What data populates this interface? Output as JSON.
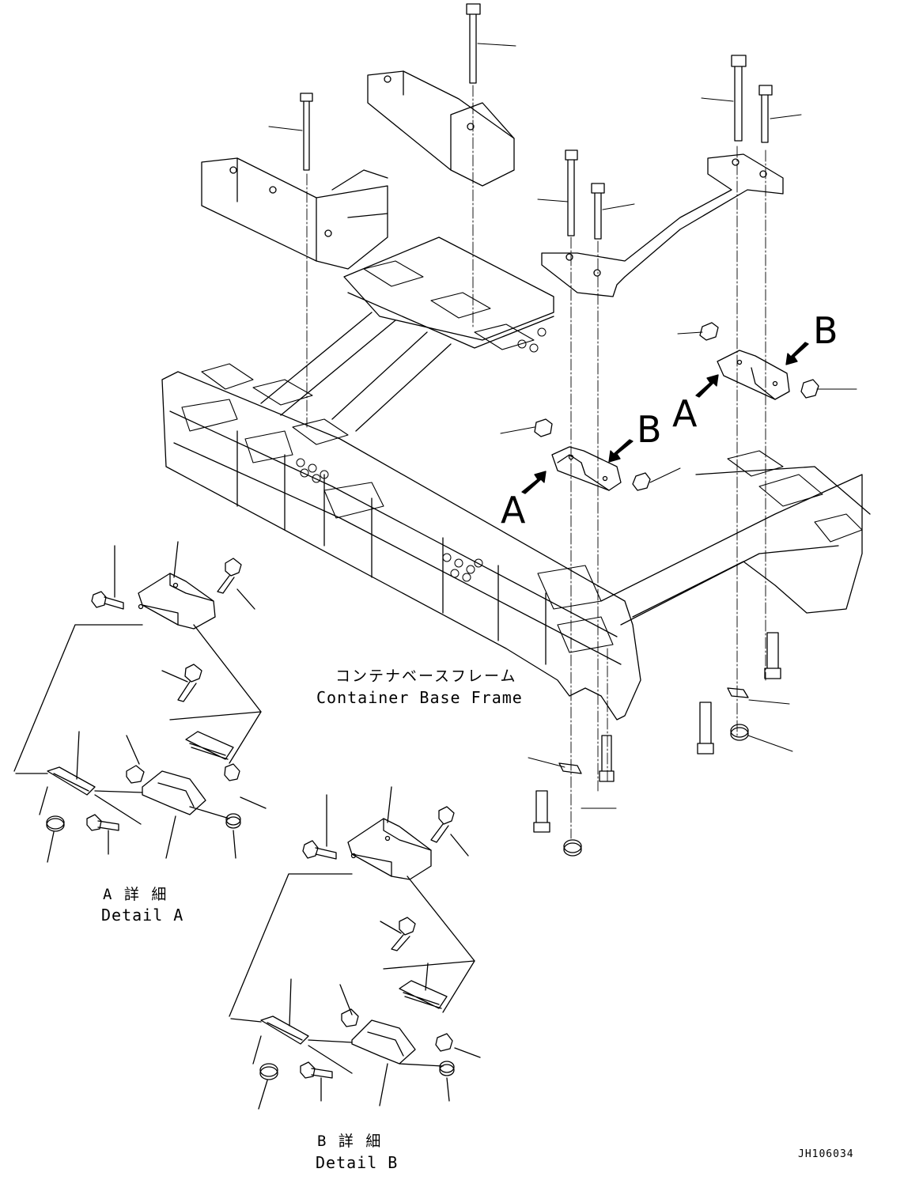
{
  "main_label": {
    "jp": "コンテナベースフレーム",
    "en": "Container Base Frame"
  },
  "detail_a": {
    "jp": "A 詳 細",
    "en": "Detail A"
  },
  "detail_b": {
    "jp": "B 詳 細",
    "en": "Detail B"
  },
  "view_markers": {
    "a": "A",
    "b": "B"
  },
  "drawing_number": "JH106034",
  "line_color": "#000000",
  "background_color": "#ffffff"
}
